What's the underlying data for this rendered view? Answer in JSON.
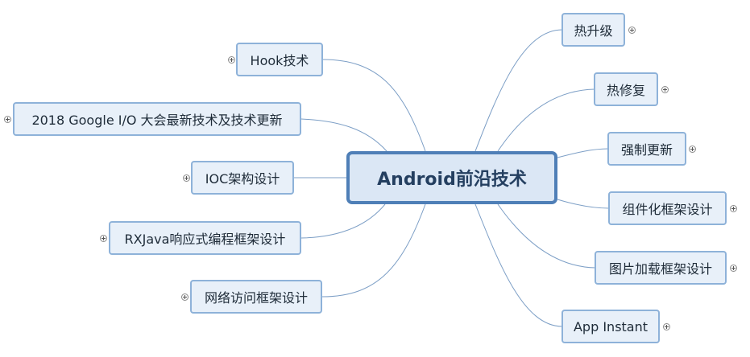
{
  "diagram": {
    "central_topic": "Android前沿技术",
    "left_branches": [
      {
        "label": "Hook技术"
      },
      {
        "label": "2018 Google I/O 大会最新技术及技术更新"
      },
      {
        "label": "IOC架构设计"
      },
      {
        "label": "RXJava响应式编程框架设计"
      },
      {
        "label": "网络访问框架设计"
      }
    ],
    "right_branches": [
      {
        "label": "热升级"
      },
      {
        "label": "热修复"
      },
      {
        "label": "强制更新"
      },
      {
        "label": "组件化框架设计"
      },
      {
        "label": "图片加载框架设计"
      },
      {
        "label": "App Instant"
      }
    ],
    "colors": {
      "connector": "#7d9fc6",
      "center_border": "#4f7fb7",
      "center_fill": "#dbe7f5",
      "node_border": "#8eb2d9",
      "node_fill": "#e8f0f9"
    }
  }
}
